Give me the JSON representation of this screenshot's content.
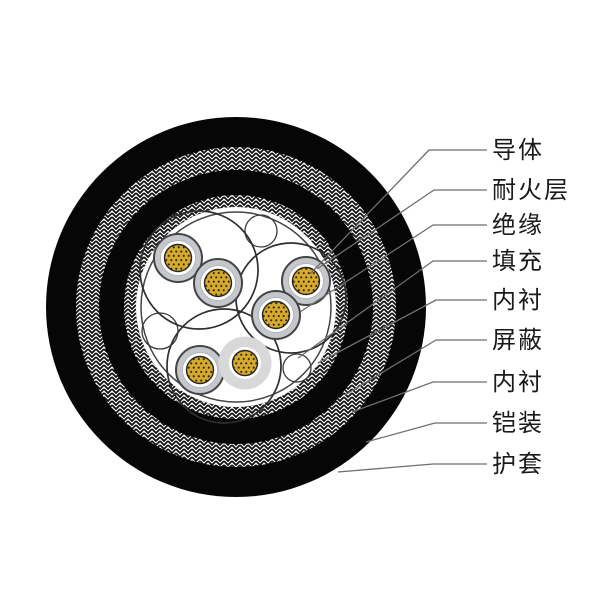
{
  "diagram": {
    "kind": "cable-cross-section",
    "background_color": "#ffffff",
    "labels": [
      {
        "id": "conductor",
        "text": "导体"
      },
      {
        "id": "fire-resistant-layer",
        "text": "耐火层"
      },
      {
        "id": "insulation",
        "text": "绝缘"
      },
      {
        "id": "filling",
        "text": "填充"
      },
      {
        "id": "inner-covering-1",
        "text": "内衬"
      },
      {
        "id": "shield",
        "text": "屏蔽"
      },
      {
        "id": "inner-covering-2",
        "text": "内衬"
      },
      {
        "id": "armor",
        "text": "铠装"
      },
      {
        "id": "sheath",
        "text": "护套"
      }
    ],
    "structure": {
      "conductor_count": 6,
      "pair_group_count": 3,
      "ring_layers_outside_in": [
        "护套",
        "铠装",
        "内衬",
        "屏蔽",
        "内衬",
        "填充"
      ]
    },
    "colors": {
      "sheath_black": "#060606",
      "braid_texture_ink": "#111111",
      "conductor_gold": "#d6a92f",
      "conductor_dot": "#2e2306",
      "insulation_gray": "#c4c8cc",
      "fire_layer_halo_gray": "#d8d8d8",
      "leader_line_gray": "#6e6e6e",
      "label_text": "#1a1a1a"
    }
  }
}
